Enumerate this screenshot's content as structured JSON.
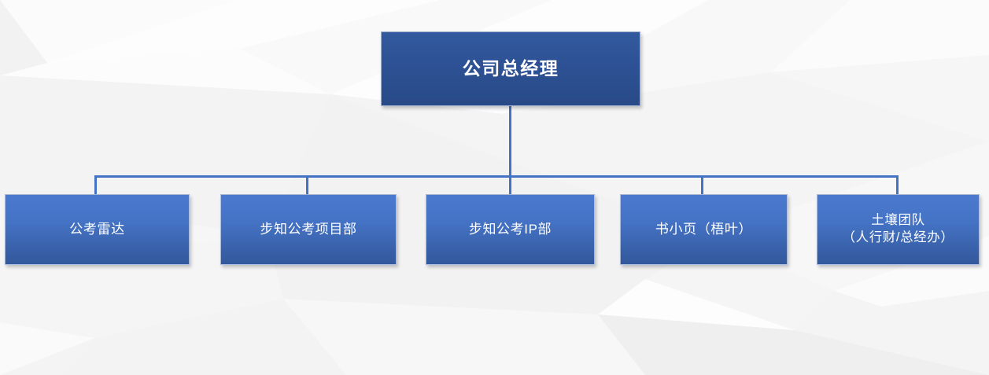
{
  "chart_data": {
    "type": "diagram",
    "subtype": "organization-chart",
    "title": "",
    "orientation": "top-down",
    "levels": 2,
    "root": {
      "id": "ceo",
      "label": "公司总经理",
      "level": 0,
      "children_count": 5
    },
    "nodes": [
      {
        "id": "dept-1",
        "label": "公考雷达",
        "level": 1,
        "parent": "ceo"
      },
      {
        "id": "dept-2",
        "label": "步知公考项目部",
        "level": 1,
        "parent": "ceo"
      },
      {
        "id": "dept-3",
        "label": "步知公考IP部",
        "level": 1,
        "parent": "ceo"
      },
      {
        "id": "dept-4",
        "label": "书小页（梧叶）",
        "level": 1,
        "parent": "ceo"
      },
      {
        "id": "dept-5",
        "label": "土壤团队\n（人行财/总经办）",
        "level": 1,
        "parent": "ceo"
      }
    ]
  },
  "chart": {
    "root": {
      "label": "公司总经理"
    },
    "departments": [
      {
        "label": "公考雷达"
      },
      {
        "label": "步知公考项目部"
      },
      {
        "label": "步知公考IP部"
      },
      {
        "label": "书小页（梧叶）"
      },
      {
        "label": "土壤团队\n（人行财/总经办）"
      }
    ]
  },
  "colors": {
    "root_box_top": "#33599e",
    "root_box_bottom": "#284a87",
    "dept_box_top": "#4b79cf",
    "dept_box_bottom": "#33589b",
    "connector_line": "#4472c4",
    "node_text": "#ffffff",
    "background": "#f4f4f5"
  }
}
